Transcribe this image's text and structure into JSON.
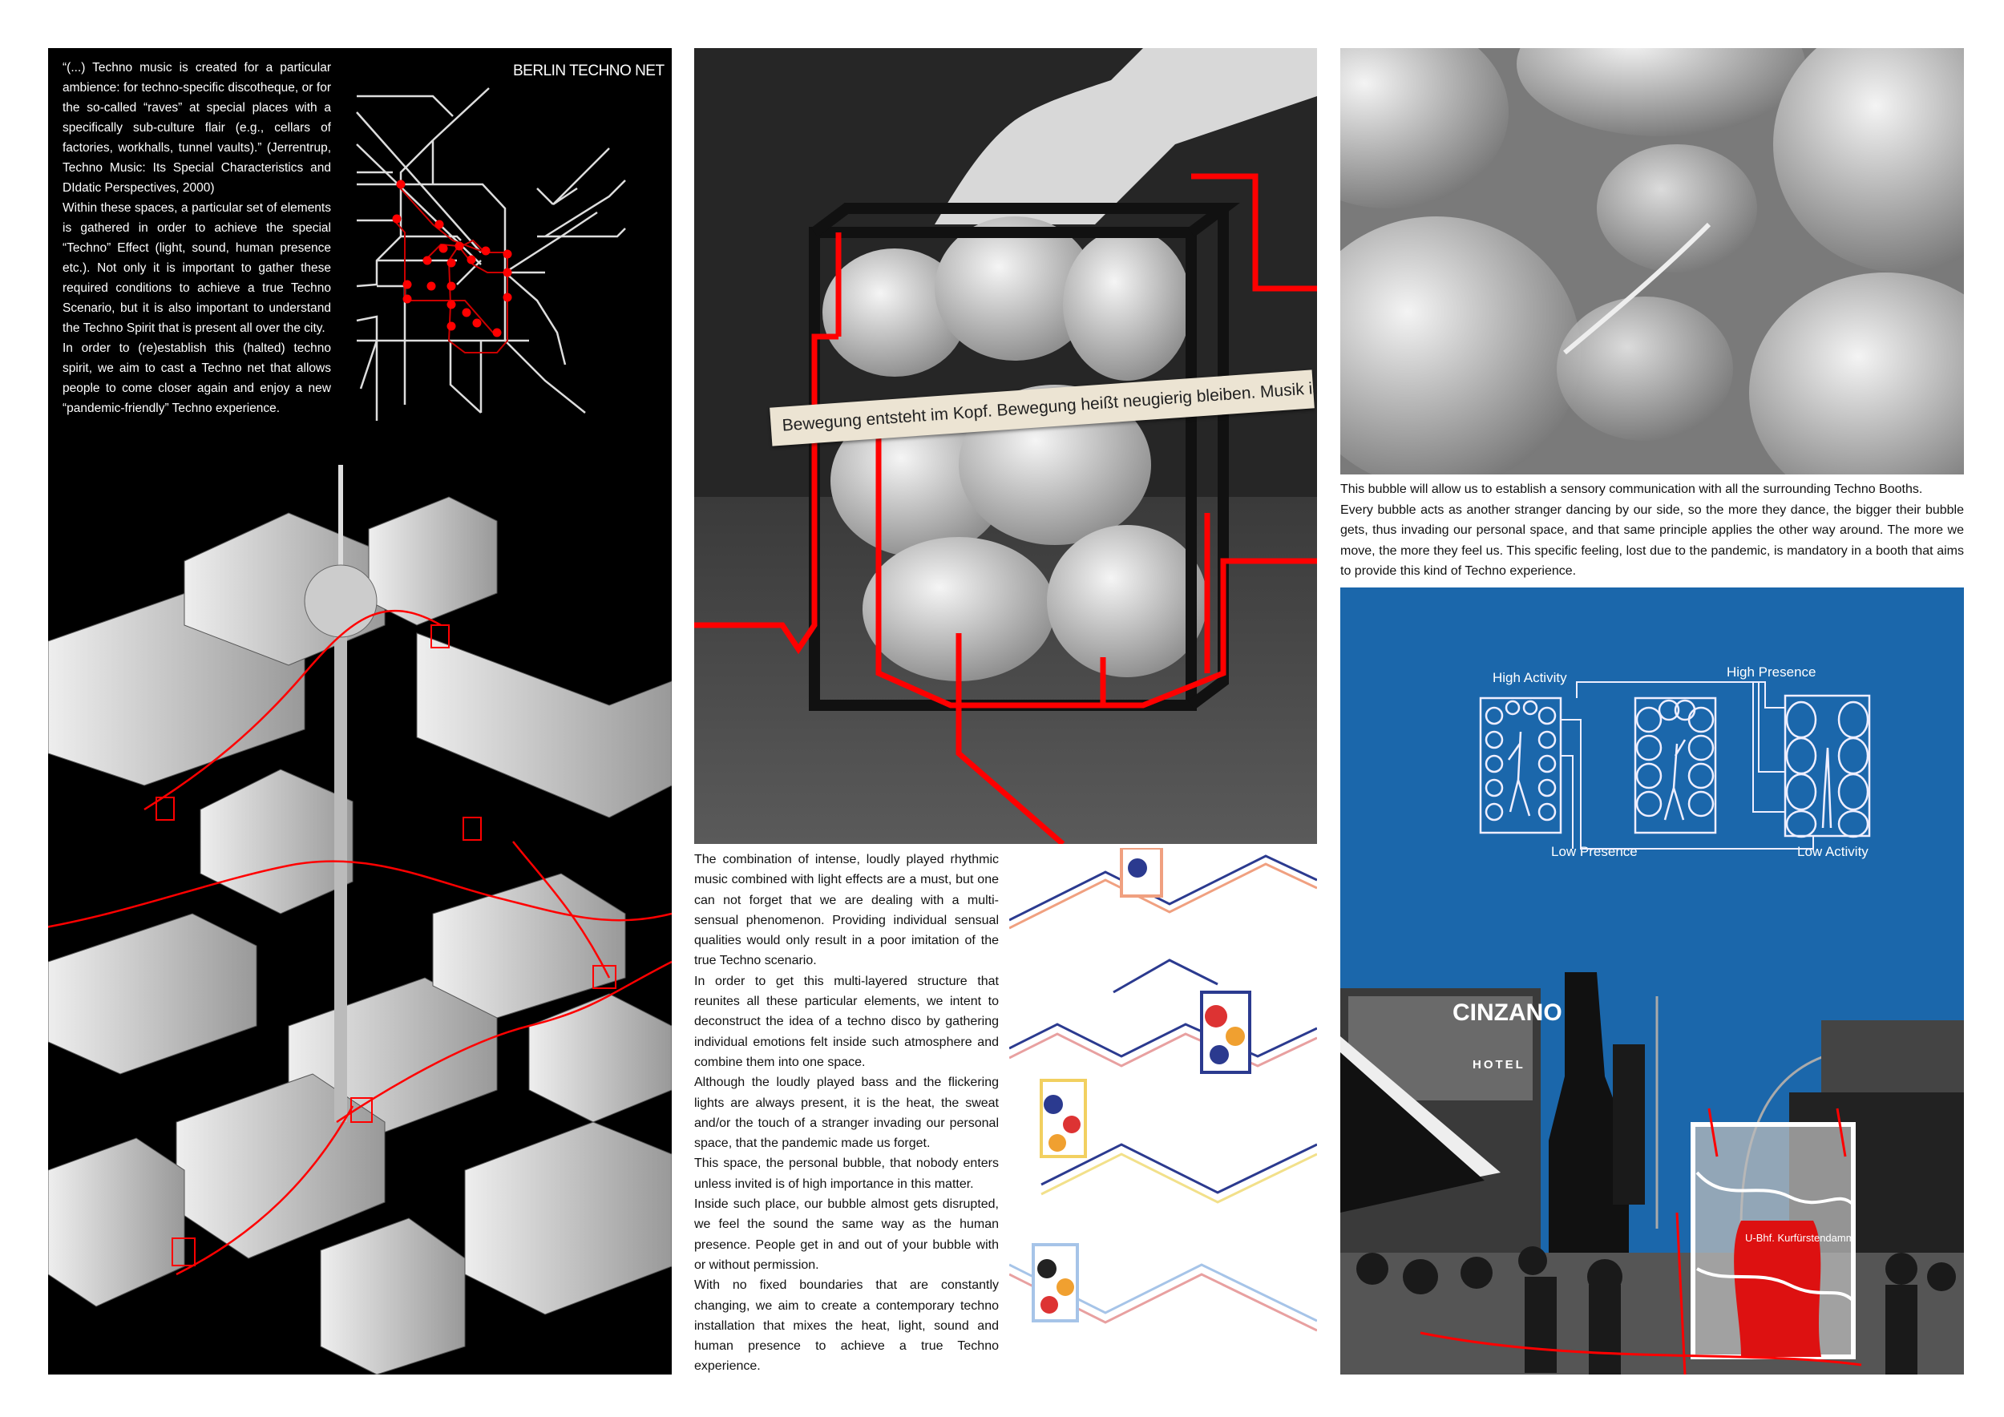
{
  "left_panel": {
    "intro_paragraphs": [
      "“(...) Techno music is created for a particular ambience: for techno-specific discotheque, or for the so-called “raves” at special places with a specifically sub-culture flair (e.g., cellars of factories, workhalls, tunnel vaults).” (Jerrentrup, Techno Music: Its Special Characteristics and DIdatic Perspectives, 2000)",
      "Within these spaces, a particular set of elements is gathered in order to achieve the special “Techno” Effect (light, sound, human presence etc.). Not only it is important to gather these required conditions to achieve a true Techno Scenario, but it is also important to understand the Techno Spirit that is present all over the city.",
      "In order to (re)establish this (halted) techno spirit, we aim to cast a  Techno net that allows people to come closer again and enjoy a new “pandemic-friendly” Techno experience."
    ],
    "map_title": "BERLIN TECHNO NET"
  },
  "box_photo": {
    "quote": "Bewegung entsteht im Kopf. Bewegung heißt neugierig bleiben. Musik ist Bewegung."
  },
  "middle_text": {
    "paragraphs": [
      "The combination of intense, loudly played rhythmic music combined with light effects are a must, but one can not forget that we are dealing with a multi-sensual phenomenon. Providing individual sensual qualities would only result in a poor imitation of the true Techno scenario.",
      "In order to get this multi-layered structure that reunites all these particular elements, we intent to deconstruct the idea of a techno disco by gathering individual emotions felt inside such atmosphere and combine them into one space.",
      "Although the loudly played bass and the flickering lights are always present, it is the heat, the sweat and/or the touch of a stranger invading our personal space, that the pandemic made us forget.",
      "This space, the personal bubble, that nobody enters unless invited is of high importance in this matter.",
      "Inside such place, our bubble almost gets disrupted, we feel the sound the same way as the human presence. People get in and out of your bubble with or without permission.",
      "With no fixed boundaries that are constantly changing, we aim to create a contemporary techno installation that mixes the heat, light, sound and human presence to achieve a true Techno experience."
    ]
  },
  "right_text": {
    "paragraphs": [
      "This bubble will allow us to establish a sensory communication with all the surrounding Techno Booths.",
      "Every bubble acts as another stranger dancing by our side, so the more they dance, the bigger their bubble gets, thus invading our personal space, and that same principle applies the other way around. The more we move, the more they feel us. This specific feeling, lost due to the pandemic, is mandatory in a booth that aims to provide this kind of Techno experience."
    ]
  },
  "diagram": {
    "labels": {
      "high_activity": "High Activity",
      "high_presence": "High Presence",
      "low_presence": "Low Presence",
      "low_activity": "Low Activity"
    }
  },
  "street_photo": {
    "signs": [
      "CINZANO",
      "HOTEL",
      "U-Bhf. Kurfürstendamm"
    ]
  },
  "colors": {
    "accent_red": "#ff0000",
    "panel_blue": "#1b67ab",
    "black": "#000000"
  }
}
